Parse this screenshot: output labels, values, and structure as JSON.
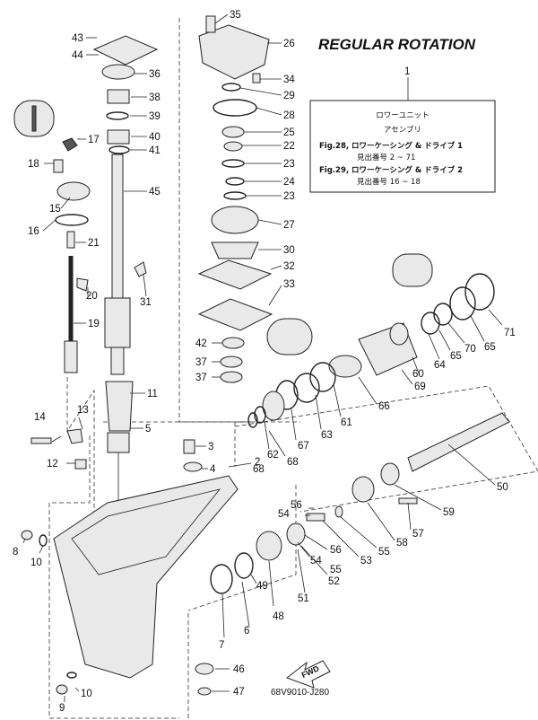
{
  "diagram_title": "REGULAR ROTATION",
  "drawing_code": "68V9010-J280",
  "forward_label": "FWD",
  "callout_box": {
    "ref_number": "1",
    "lines": [
      "ロワーユニット",
      "アセンブリ",
      "Fig.28, ロワーケーシング & ドライブ 1",
      "見出番号 2 ~ 71",
      "Fig.29, ロワーケーシング & ドライブ 2",
      "見出番号 16 ~ 18"
    ]
  },
  "part_numbers": {
    "p2": "2",
    "p3": "3",
    "p4": "4",
    "p5": "5",
    "p6": "6",
    "p7": "7",
    "p8": "8",
    "p9": "9",
    "p10a": "10",
    "p10b": "10",
    "p11": "11",
    "p12": "12",
    "p13": "13",
    "p14": "14",
    "p15": "15",
    "p16": "16",
    "p17": "17",
    "p18": "18",
    "p19": "19",
    "p20": "20",
    "p21": "21",
    "p22": "22",
    "p23a": "23",
    "p23b": "23",
    "p24": "24",
    "p25": "25",
    "p26": "26",
    "p27": "27",
    "p28": "28",
    "p29": "29",
    "p30": "30",
    "p31": "31",
    "p32": "32",
    "p33": "33",
    "p34": "34",
    "p35": "35",
    "p36": "36",
    "p37a": "37",
    "p37b": "37",
    "p38": "38",
    "p39": "39",
    "p40": "40",
    "p41": "41",
    "p42": "42",
    "p43": "43",
    "p44": "44",
    "p45": "45",
    "p46": "46",
    "p47": "47",
    "p48": "48",
    "p49": "49",
    "p50": "50",
    "p51": "51",
    "p52": "52",
    "p53": "53",
    "p54a": "54",
    "p54b": "54",
    "p55a": "55",
    "p55b": "55",
    "p56a": "56",
    "p56b": "56",
    "p57": "57",
    "p58": "58",
    "p59": "59",
    "p60": "60",
    "p61": "61",
    "p62": "62",
    "p63": "63",
    "p64": "64",
    "p65a": "65",
    "p65b": "65",
    "p66": "66",
    "p67": "67",
    "p68a": "68",
    "p68b": "68",
    "p69": "69",
    "p70": "70",
    "p71": "71"
  }
}
